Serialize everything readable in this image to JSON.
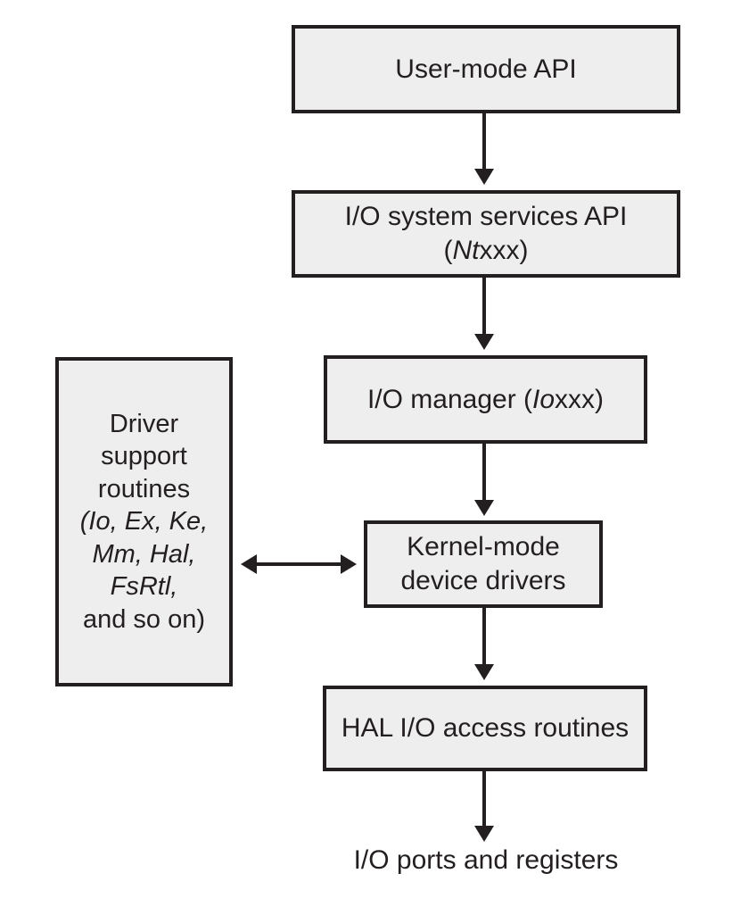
{
  "colors": {
    "background": "#ffffff",
    "box_fill": "#eeeeee",
    "box_border": "#231f20",
    "text": "#231f20",
    "arrow": "#231f20"
  },
  "boxes": {
    "user_mode_api": {
      "label": "User-mode API"
    },
    "io_system_services": {
      "line1": "I/O system services API",
      "open_paren": "(",
      "italic": "Nt",
      "rest": "xxx)"
    },
    "io_manager": {
      "prefix": "I/O manager (",
      "italic": "Io",
      "suffix": "xxx)"
    },
    "kernel_mode_drivers": {
      "line1": "Kernel-mode",
      "line2": "device drivers"
    },
    "hal_io_access": {
      "label": "HAL I/O access routines"
    },
    "driver_support": {
      "line1": "Driver",
      "line2": "support",
      "line3": "routines",
      "line4_italic": "(Io, Ex, Ke,",
      "line5_italic": "Mm, Hal,",
      "line6_italic": "FsRtl,",
      "line7": "and so on)"
    }
  },
  "labels": {
    "io_ports_and_registers": "I/O ports and registers"
  }
}
